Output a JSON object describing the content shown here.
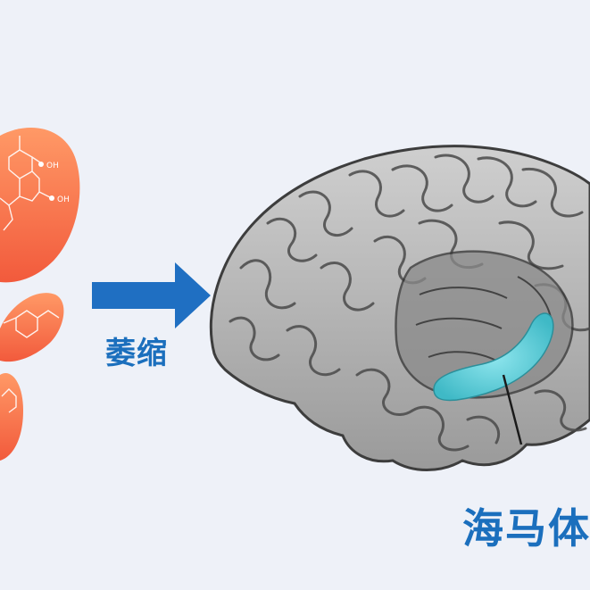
{
  "labels": {
    "arrow_text": "萎缩",
    "hippocampus_text": "海马体"
  },
  "molecule_labels": {
    "oh": "OH"
  },
  "colors": {
    "background": "#eef1f8",
    "organ_light": "#ff8a5c",
    "organ_dark": "#f25a3c",
    "arrow": "#1f6fc2",
    "label_text": "#1b6fbd",
    "hippocampus": "#5fd3dd",
    "brain_light": "#d9d9d9",
    "brain_dark": "#5a5a5a"
  },
  "icons": {
    "adrenal_glands": "adrenal-gland-illustration",
    "steroid_molecule": "cortisol-structure-icon",
    "arrow": "right-arrow-icon",
    "brain": "brain-illustration",
    "hippocampus": "hippocampus-highlight"
  }
}
